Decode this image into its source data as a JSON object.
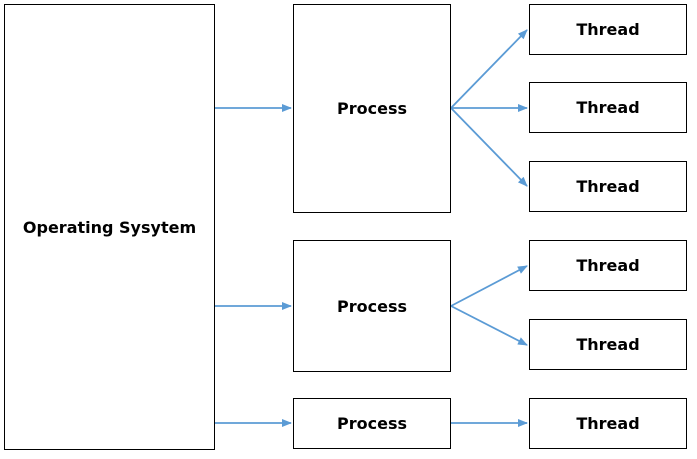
{
  "diagram": {
    "operating_system_label": "Operating Sysytem",
    "processes": [
      {
        "label": "Process",
        "threads": [
          "Thread",
          "Thread",
          "Thread"
        ]
      },
      {
        "label": "Process",
        "threads": [
          "Thread",
          "Thread"
        ]
      },
      {
        "label": "Process",
        "threads": [
          "Thread"
        ]
      }
    ]
  },
  "colors": {
    "arrow": "#5b9bd5",
    "box_border": "#000000",
    "background": "#ffffff"
  }
}
